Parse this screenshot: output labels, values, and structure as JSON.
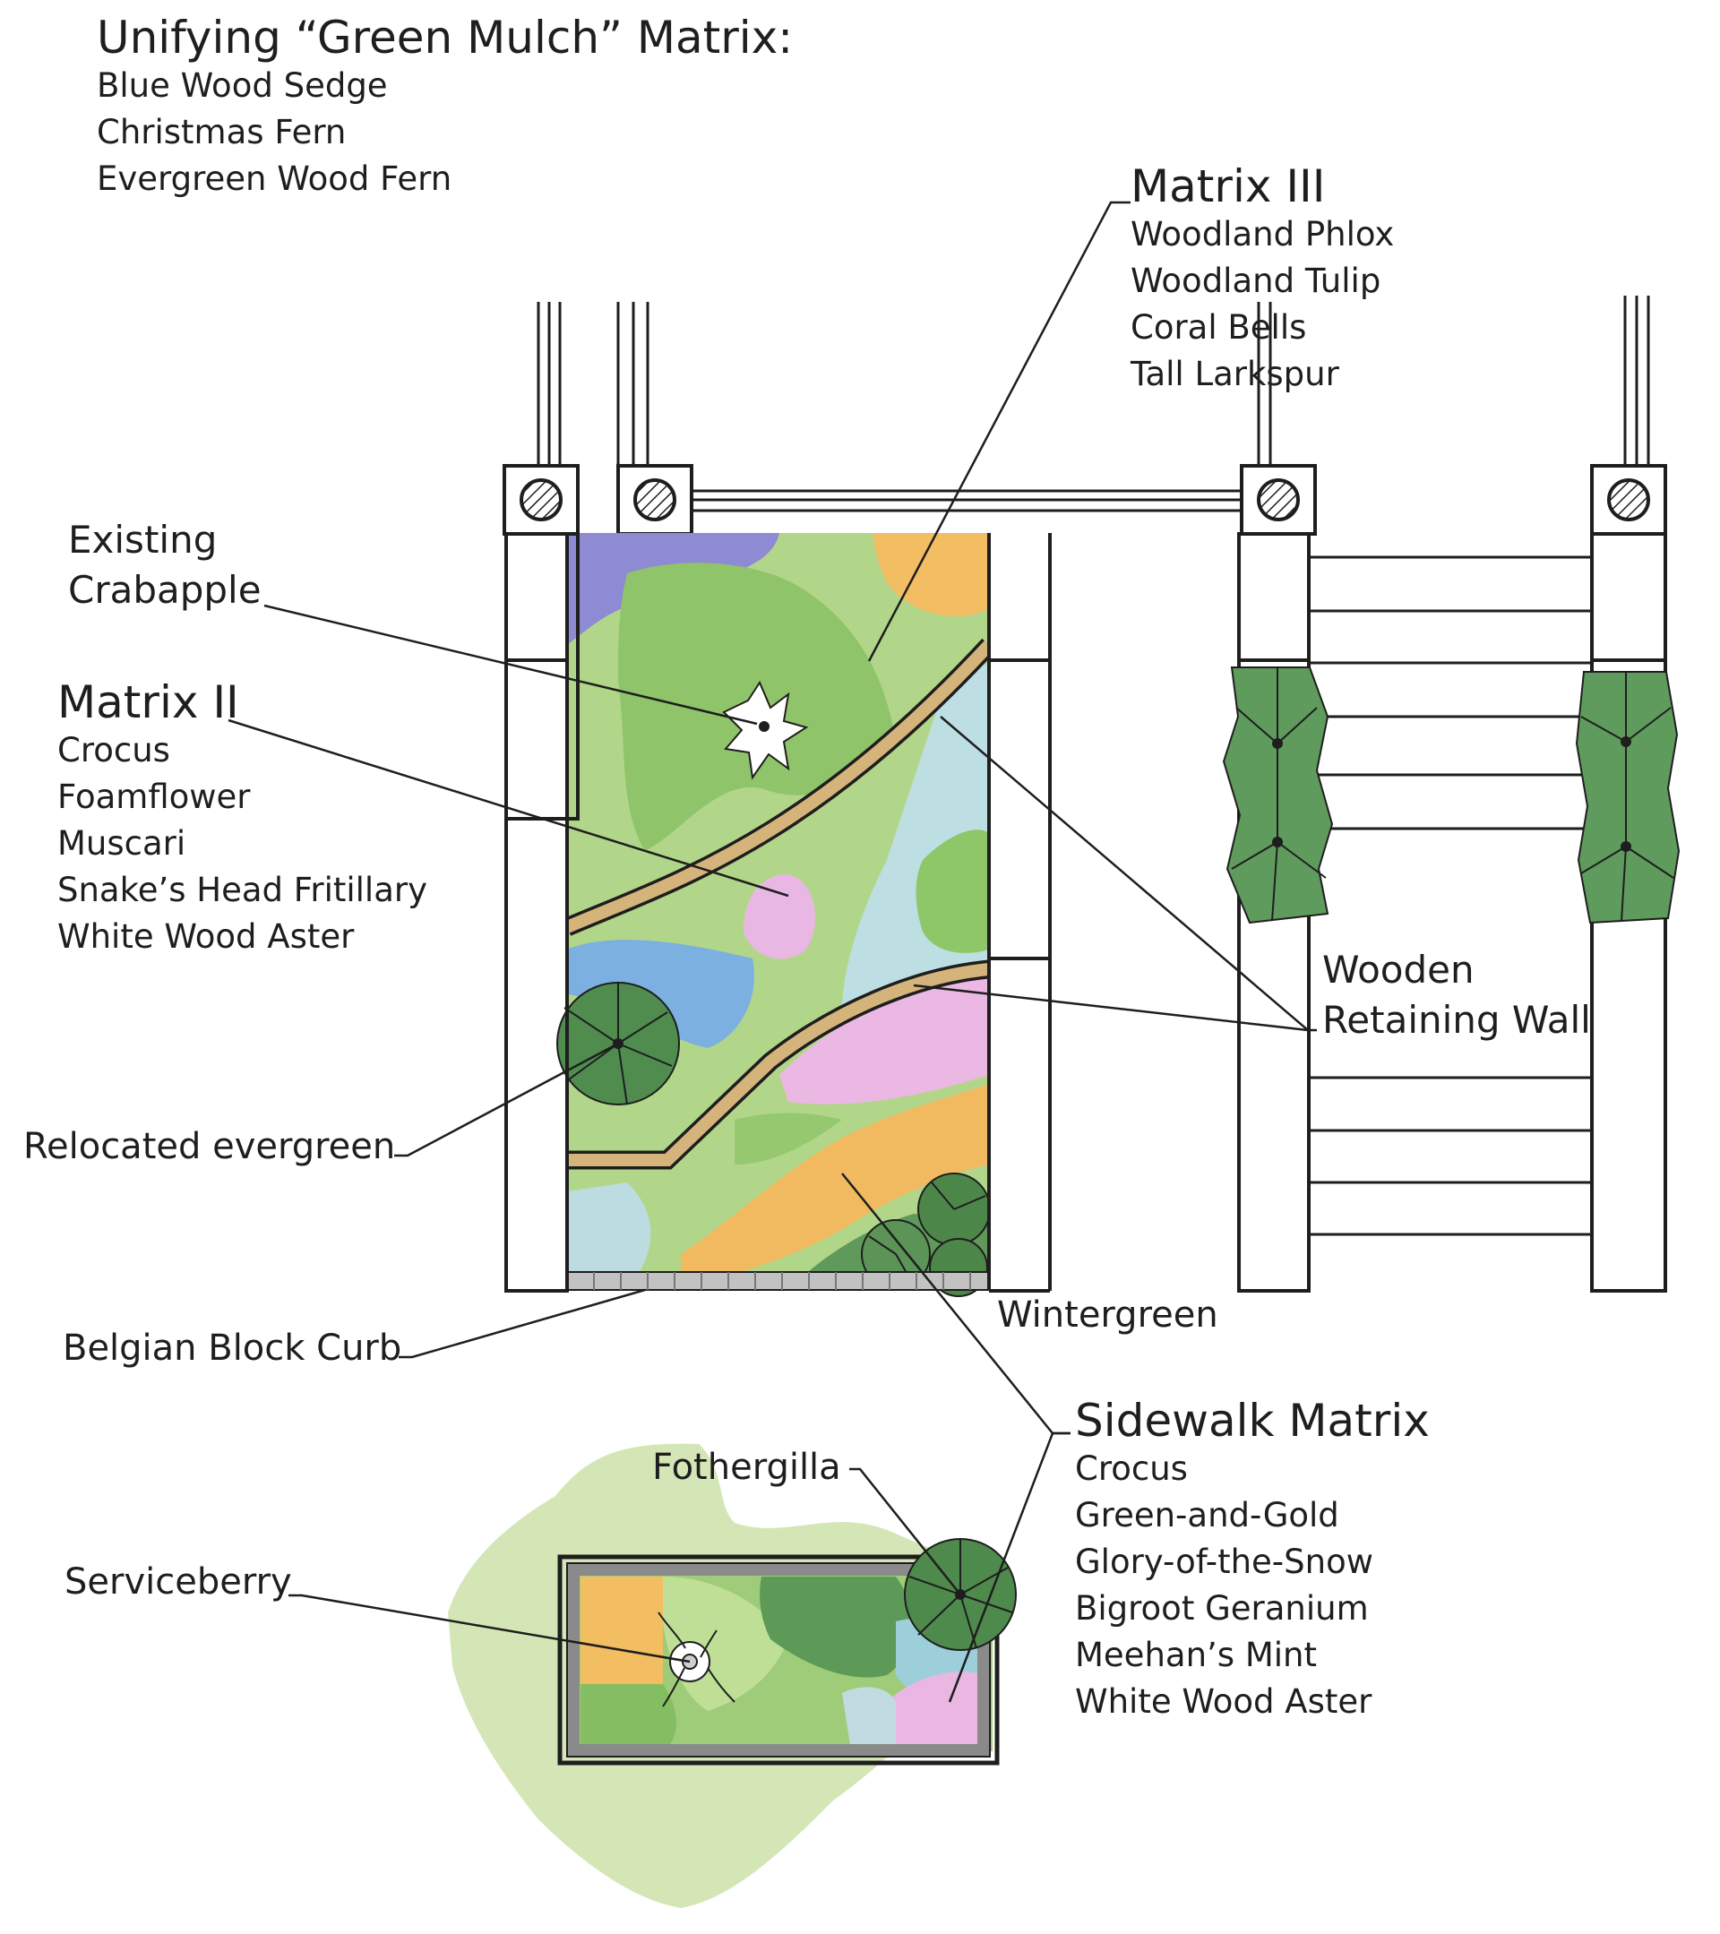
{
  "unifying_matrix": {
    "title": "Unifying “Green Mulch” Matrix:",
    "plants": [
      "Blue Wood Sedge",
      "Christmas Fern",
      "Evergreen Wood Fern"
    ]
  },
  "matrix_iii": {
    "title": "Matrix III",
    "plants": [
      "Woodland Phlox",
      "Woodland Tulip",
      "Coral Bells",
      "Tall Larkspur"
    ]
  },
  "existing_crabapple": {
    "line1": "Existing",
    "line2": "Crabapple"
  },
  "matrix_ii": {
    "title": "Matrix II",
    "plants": [
      "Crocus",
      "Foamflower",
      "Muscari",
      "Snake’s Head Fritillary",
      "White Wood Aster"
    ]
  },
  "wooden_retaining_wall": {
    "line1": "Wooden",
    "line2": "Retaining Wall"
  },
  "relocated_evergreen": "Relocated evergreen",
  "belgian_block_curb": "Belgian Block Curb",
  "wintergreen": "Wintergreen",
  "sidewalk_matrix": {
    "title": "Sidewalk Matrix",
    "plants": [
      "Crocus",
      "Green-and-Gold",
      "Glory-of-the-Snow",
      "Bigroot Geranium",
      "Meehan’s Mint",
      "White Wood Aster"
    ]
  },
  "fothergilla": "Fothergilla",
  "serviceberry": "Serviceberry",
  "colors": {
    "ink": "#1e1e1e",
    "green_mulch": "#a8cf7a",
    "dark_evergreen": "#4f8a50",
    "purple": "#8d8ad2",
    "light_blue": "#b8dbe2",
    "blue": "#7eb2df",
    "pink": "#e8b6e0",
    "orange": "#f2b85e",
    "wall_tan": "#d4b27a",
    "curb_gray": "#b9b9b9",
    "pale_green": "#d8e8b8"
  }
}
